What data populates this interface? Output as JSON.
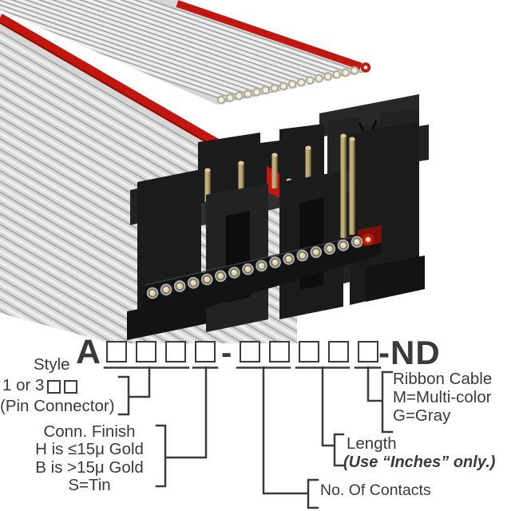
{
  "meta": {
    "background": "#ffffff",
    "ink": "#3a3a3a"
  },
  "part_number": {
    "prefix": "A",
    "group1_box_count": 4,
    "separator": "-",
    "group2_box_count": 5,
    "suffix": "-ND"
  },
  "labels": {
    "style": {
      "title": "Style",
      "option_prefix": "1 or 3",
      "option_box_count": 2,
      "note": "(Pin Connector)"
    },
    "conn_finish": {
      "lines": [
        "Conn. Finish",
        "H is ≤15μ Gold",
        "B is >15μ Gold",
        "S=Tin"
      ]
    },
    "ribbon_cable": {
      "lines": [
        "Ribbon Cable",
        "M=Multi-color",
        "G=Gray"
      ]
    },
    "length": {
      "title": "Length",
      "note": "(Use “Inches” only.)"
    },
    "no_of_contacts": {
      "title": "No. Of Contacts"
    }
  },
  "photo": {
    "alt": "Gray ribbon cable with red edge stripe and a black IDC box header connector with gold pins",
    "colors": {
      "cable": "#d7d7d7",
      "cableRib": "#a6a6a6",
      "cableHi": "#eeeeee",
      "red": "#c11710",
      "redDark": "#8d0d06",
      "black0": "#0d0d0d",
      "black1": "#131313",
      "black2": "#1b1b1b",
      "black3": "#222222",
      "black4": "#282828",
      "black5": "#2f2f2f",
      "pin": "#c0ab79",
      "pinLight": "#ddcb97",
      "pinShade": "#8d7b50",
      "gold": "#e6d59b",
      "goldGlint": "#fbf6e2",
      "ring": "#b4b4b4",
      "ringDark": "#6f6f6f",
      "tip": "#f3efe0",
      "tipRing": "#b2ae9d",
      "patch": "#7e100a",
      "redContactCore": "#f4d9a1"
    },
    "upper_cable": {
      "exposed_tip_count": 16,
      "has_red_tip": true
    },
    "connector": {
      "contact_count": 16,
      "has_red_contact": true
    }
  }
}
